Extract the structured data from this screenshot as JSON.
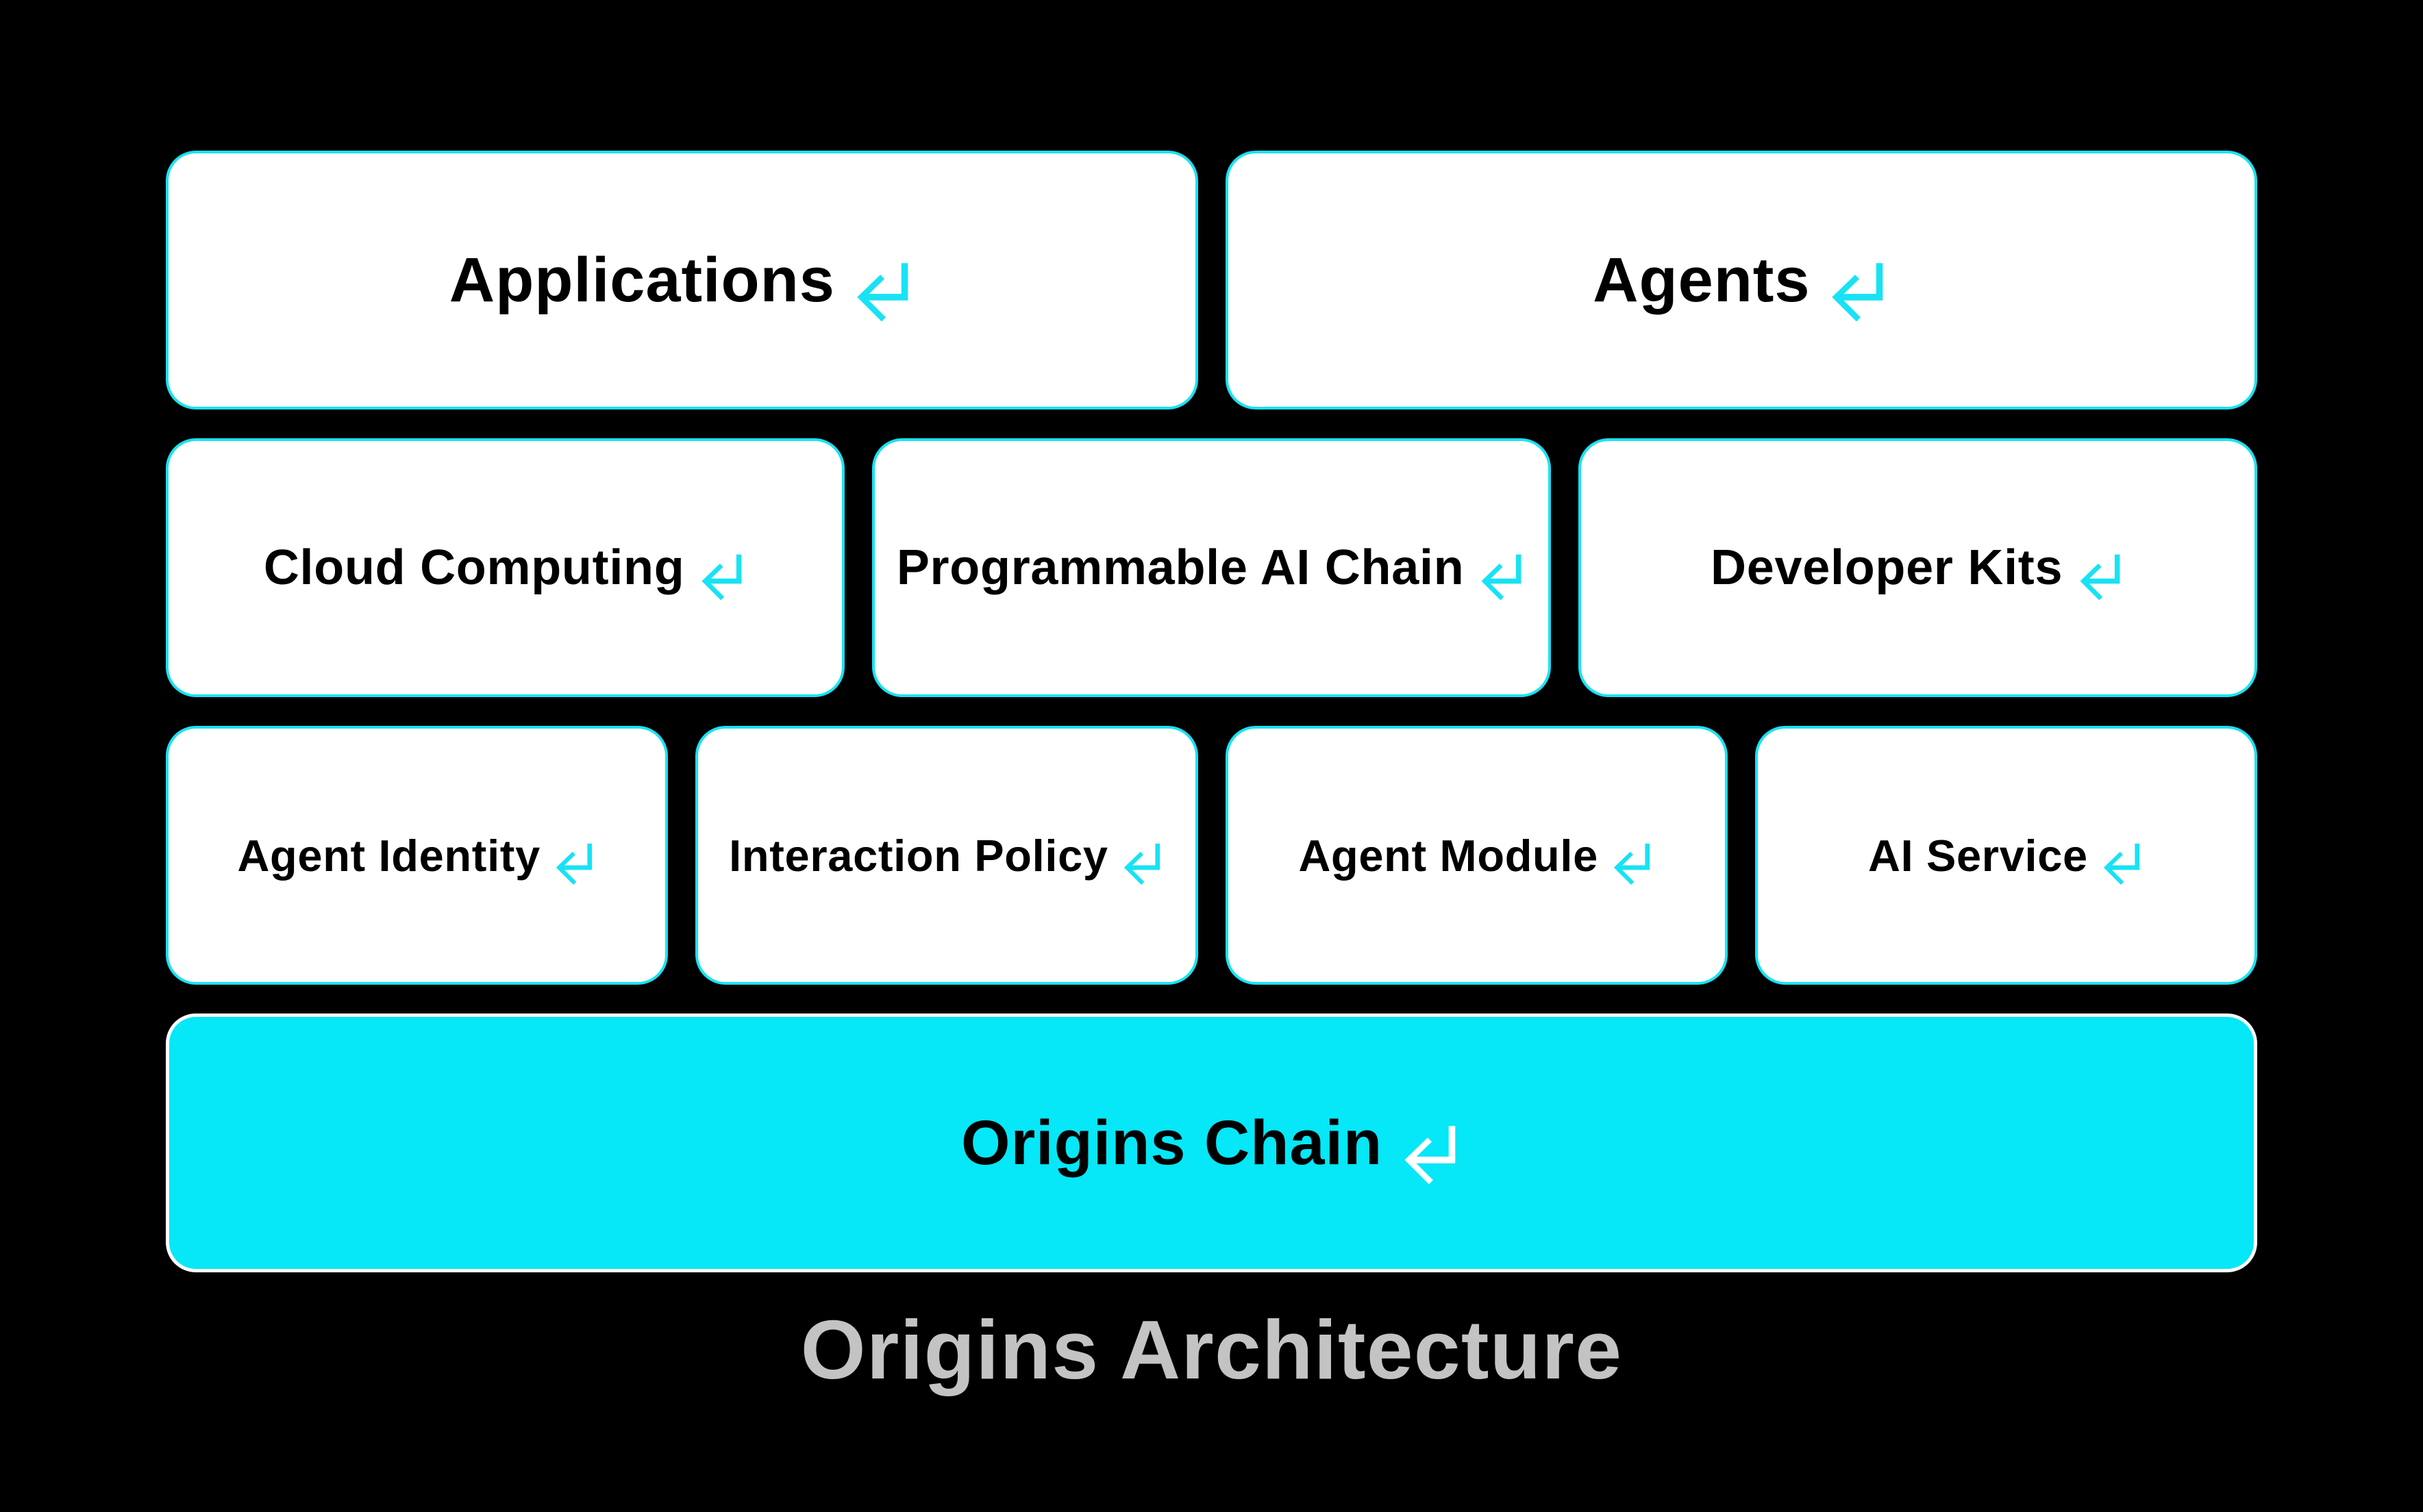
{
  "colors": {
    "background": "#000000",
    "accent": "#18e2f4",
    "accent_box_fill": "#06e7f7",
    "box_fill": "#ffffff",
    "box_text": "#000000",
    "accent_box_arrow": "#ffffff",
    "title": "#c3c3c3"
  },
  "title": {
    "text": "Origins Architecture"
  },
  "rows": [
    {
      "boxes": [
        {
          "label": "Applications",
          "icon": "return-arrow-icon"
        },
        {
          "label": "Agents",
          "icon": "return-arrow-icon"
        }
      ]
    },
    {
      "boxes": [
        {
          "label": "Cloud Computing",
          "icon": "return-arrow-icon"
        },
        {
          "label": "Programmable AI Chain",
          "icon": "return-arrow-icon"
        },
        {
          "label": "Developer Kits",
          "icon": "return-arrow-icon"
        }
      ]
    },
    {
      "boxes": [
        {
          "label": "Agent Identity",
          "icon": "return-arrow-icon"
        },
        {
          "label": "Interaction Policy",
          "icon": "return-arrow-icon"
        },
        {
          "label": "Agent Module",
          "icon": "return-arrow-icon"
        },
        {
          "label": "AI Service",
          "icon": "return-arrow-icon"
        }
      ]
    },
    {
      "boxes": [
        {
          "label": "Origins Chain",
          "icon": "return-arrow-icon",
          "variant": "accent"
        }
      ]
    }
  ]
}
